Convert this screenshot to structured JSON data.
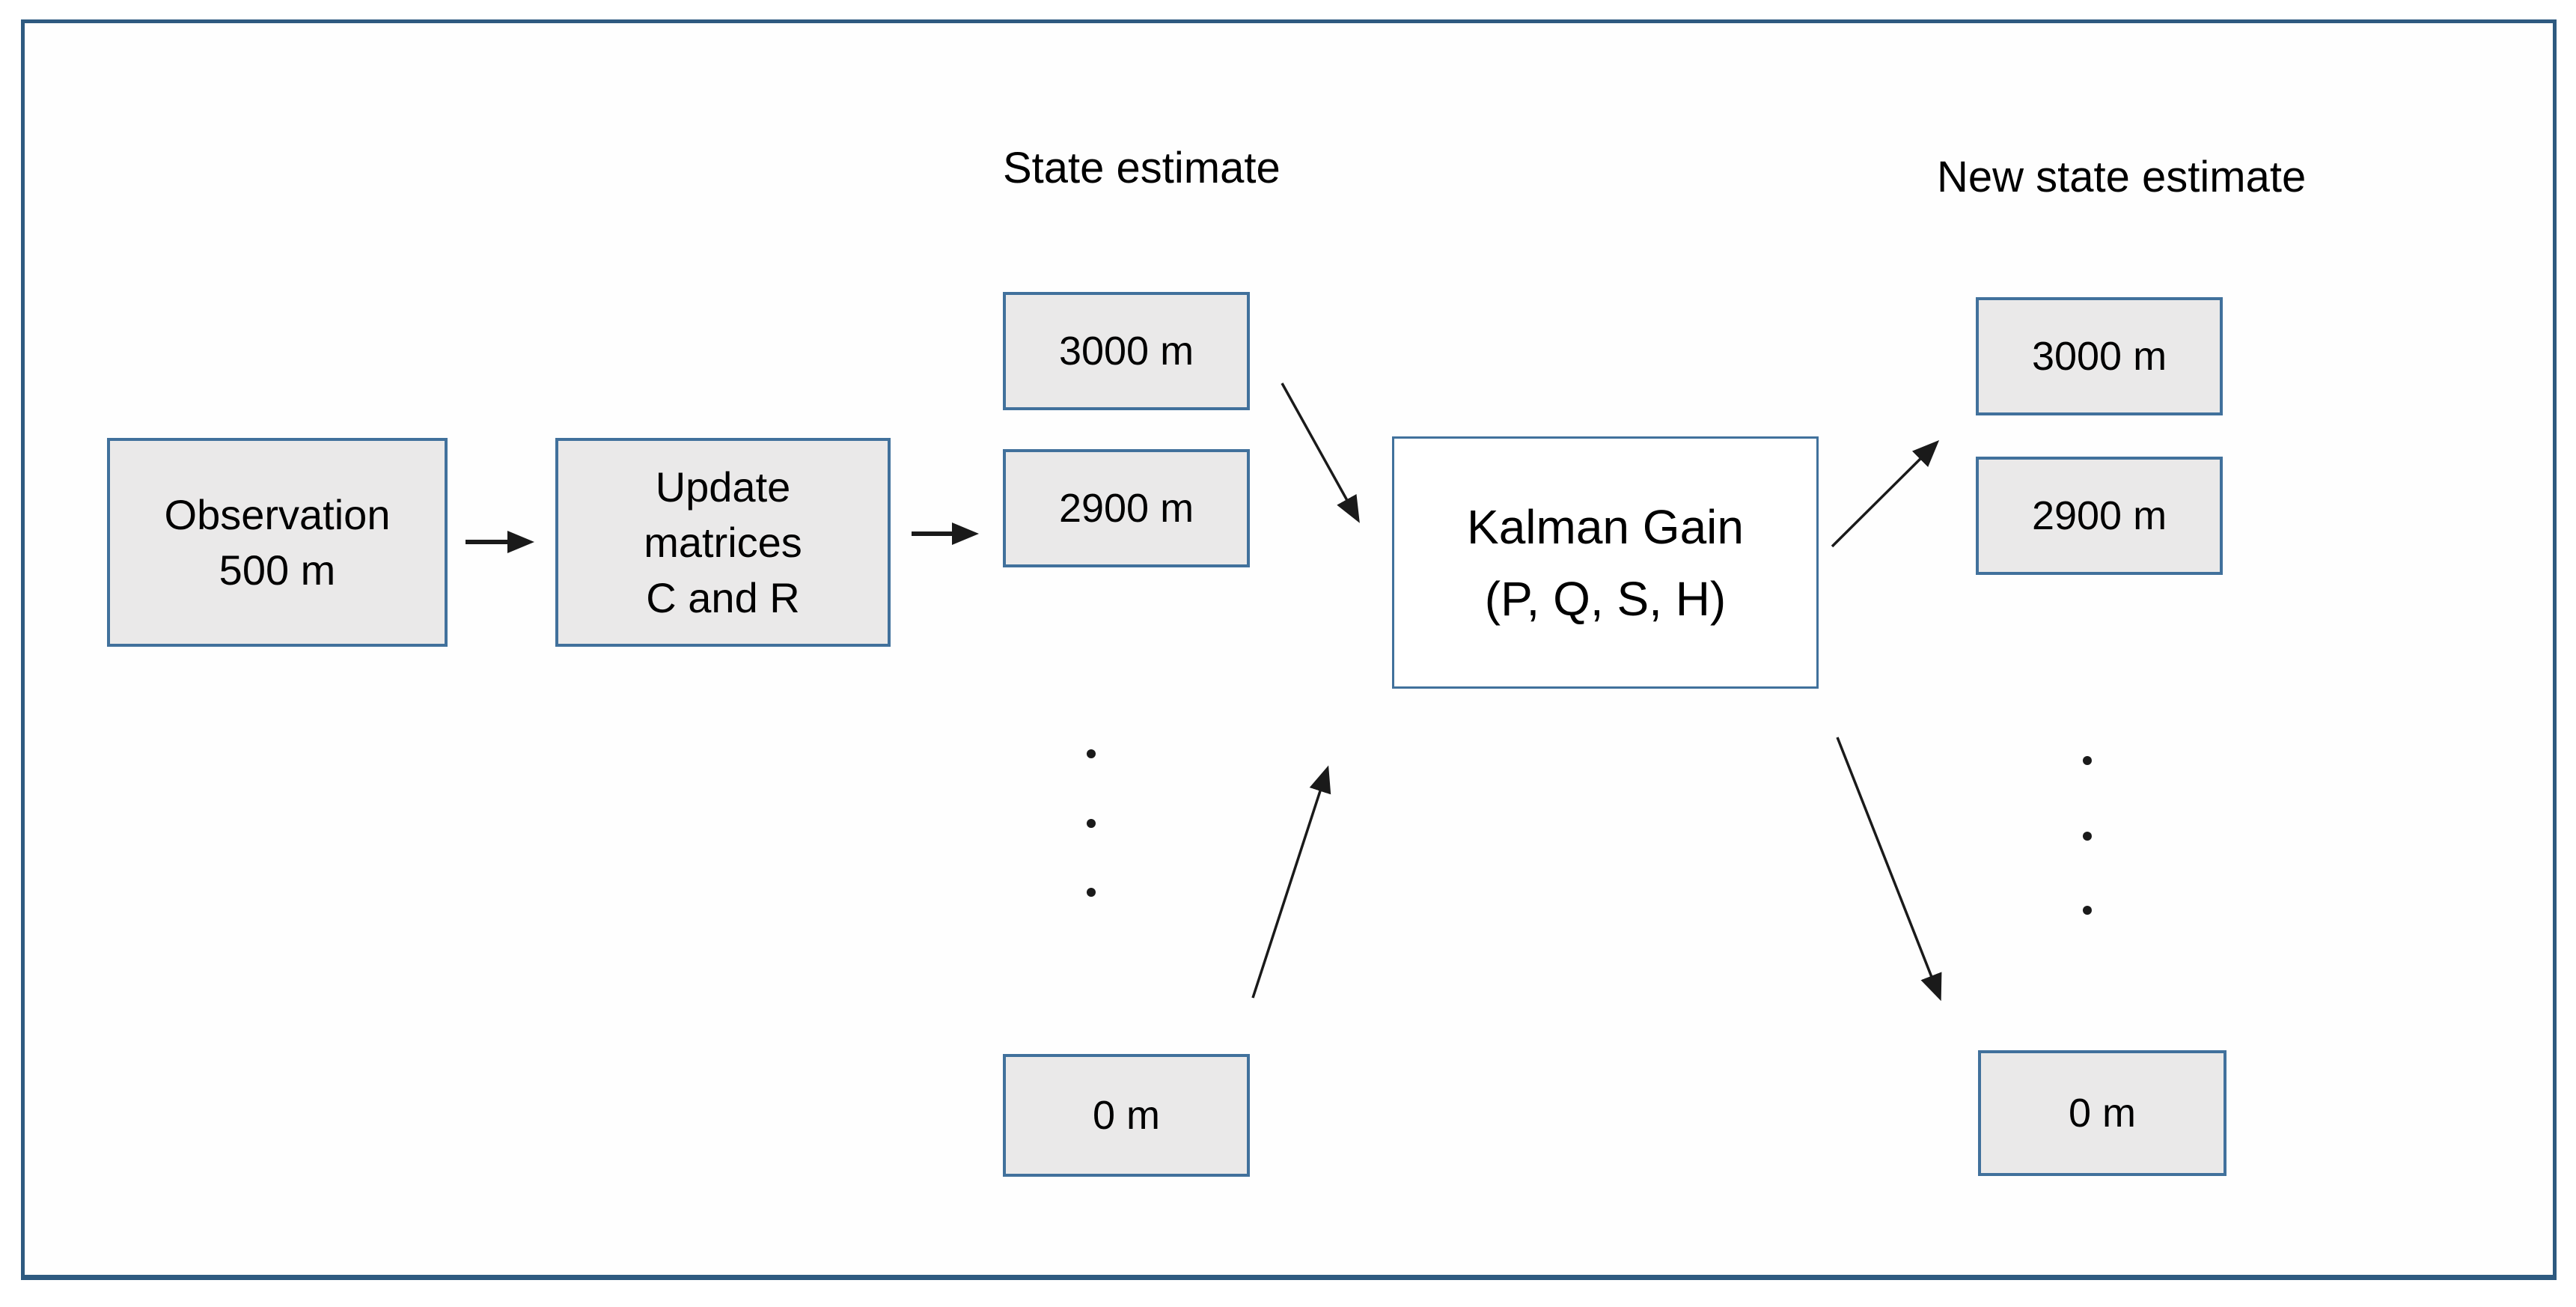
{
  "labels": {
    "state_estimate": "State estimate",
    "new_state_estimate": "New state estimate"
  },
  "boxes": {
    "observation": {
      "line1": "Observation",
      "line2": "500 m"
    },
    "update_matrices": {
      "line1": "Update",
      "line2": "matrices",
      "line3": "C and R"
    },
    "kalman_gain": {
      "line1": "Kalman Gain",
      "line2": "(P, Q, S, H)"
    },
    "state_values": {
      "top": "3000 m",
      "middle": "2900 m",
      "bottom": "0 m"
    },
    "new_state_values": {
      "top": "3000 m",
      "middle": "2900 m",
      "bottom": "0 m"
    }
  },
  "decorations": {
    "vertical_ellipsis_dots_per_column": 3
  },
  "colors": {
    "frame_border": "#2E5A80",
    "box_border": "#41719C",
    "box_fill": "#EAE9E9",
    "kalman_fill": "#FFFFFF",
    "arrow": "#1A1A1A",
    "text": "#000000"
  }
}
